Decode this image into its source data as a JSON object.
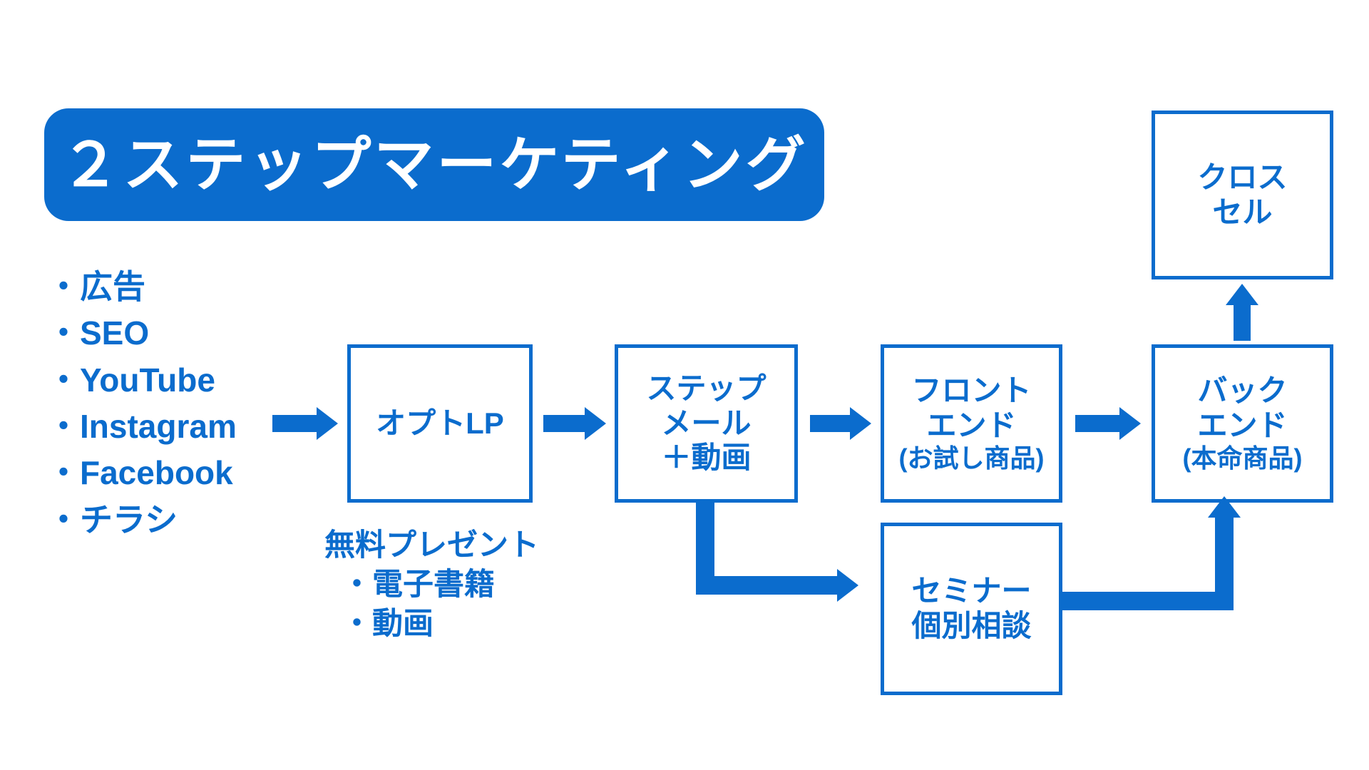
{
  "theme": {
    "brand_blue": "#0b6ccd",
    "background": "#ffffff",
    "title_text_color": "#ffffff"
  },
  "title": {
    "text": "２ステップマーケティング"
  },
  "channels": {
    "items": [
      {
        "label": "・広告"
      },
      {
        "label": "・SEO"
      },
      {
        "label": "・YouTube"
      },
      {
        "label": "・Instagram"
      },
      {
        "label": "・Facebook"
      },
      {
        "label": "・チラシ"
      }
    ]
  },
  "nodes": {
    "opt_lp": {
      "lines": [
        "オプトLP"
      ]
    },
    "step_mail": {
      "lines": [
        "ステップ",
        "メール",
        "＋動画"
      ]
    },
    "frontend": {
      "lines": [
        "フロント",
        "エンド"
      ],
      "note": "(お試し商品)"
    },
    "backend": {
      "lines": [
        "バック",
        "エンド"
      ],
      "note": "(本命商品)"
    },
    "cross_sell": {
      "lines": [
        "クロス",
        "セル"
      ]
    },
    "seminar": {
      "lines": [
        "セミナー",
        "個別相談"
      ]
    }
  },
  "lp_caption": {
    "head": "無料プレゼント",
    "items": [
      "・電子書籍",
      "・動画"
    ]
  },
  "connectors": {
    "source_to_lp": "arrow-right",
    "lp_to_mail": "arrow-right",
    "mail_to_frontend": "arrow-right",
    "frontend_to_backend": "arrow-right",
    "backend_to_crosssell": "arrow-up",
    "mail_to_seminar": "elbow-down-right",
    "seminar_to_backend": "elbow-right-up"
  }
}
